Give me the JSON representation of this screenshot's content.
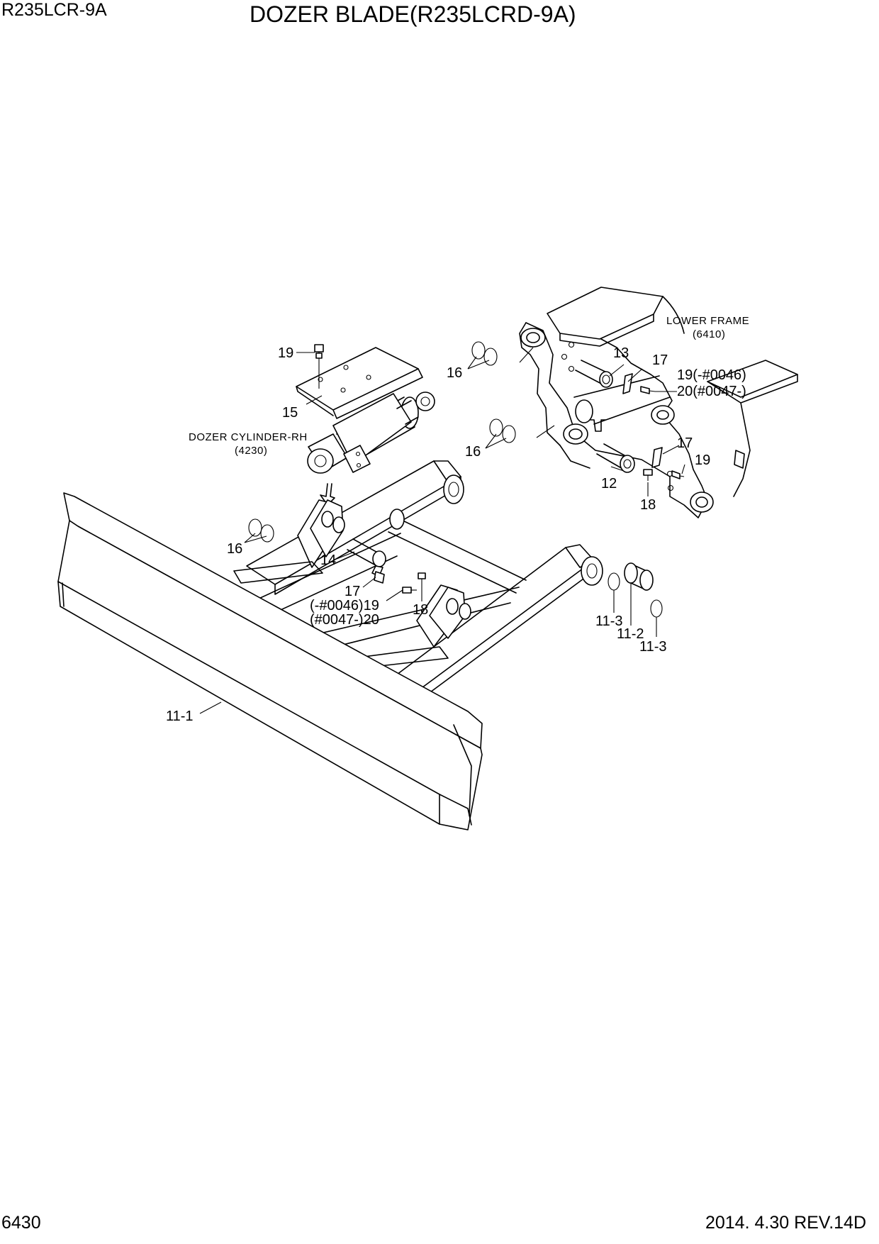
{
  "header": {
    "model": "R235LCR-9A",
    "title": "DOZER BLADE(R235LCRD-9A)"
  },
  "footer": {
    "page_number": "6430",
    "revision": "2014. 4.30  REV.14D"
  },
  "notes": {
    "lower_frame": "LOWER FRAME",
    "lower_frame_ref": "(6410)",
    "dozer_cylinder": "DOZER CYLINDER-RH",
    "dozer_cylinder_ref": "(4230)"
  },
  "callouts": {
    "c19_cover": "19",
    "c15": "15",
    "c16_top": "16",
    "c13": "13",
    "c17_top": "17",
    "c19_top_serial": "19(-#0046)",
    "c20_top_serial": "20(#0047-)",
    "c16_mid": "16",
    "c17_mid": "17",
    "c19_mid": "19",
    "c12": "12",
    "c18_right": "18",
    "c16_left": "16",
    "c14": "14",
    "c17_low": "17",
    "c19_low_serial": "(-#0046)19",
    "c20_low_serial": "(#0047-)20",
    "c18_low": "18",
    "c11_3a": "11-3",
    "c11_2": "11-2",
    "c11_3b": "11-3",
    "c11_1": "11-1"
  }
}
